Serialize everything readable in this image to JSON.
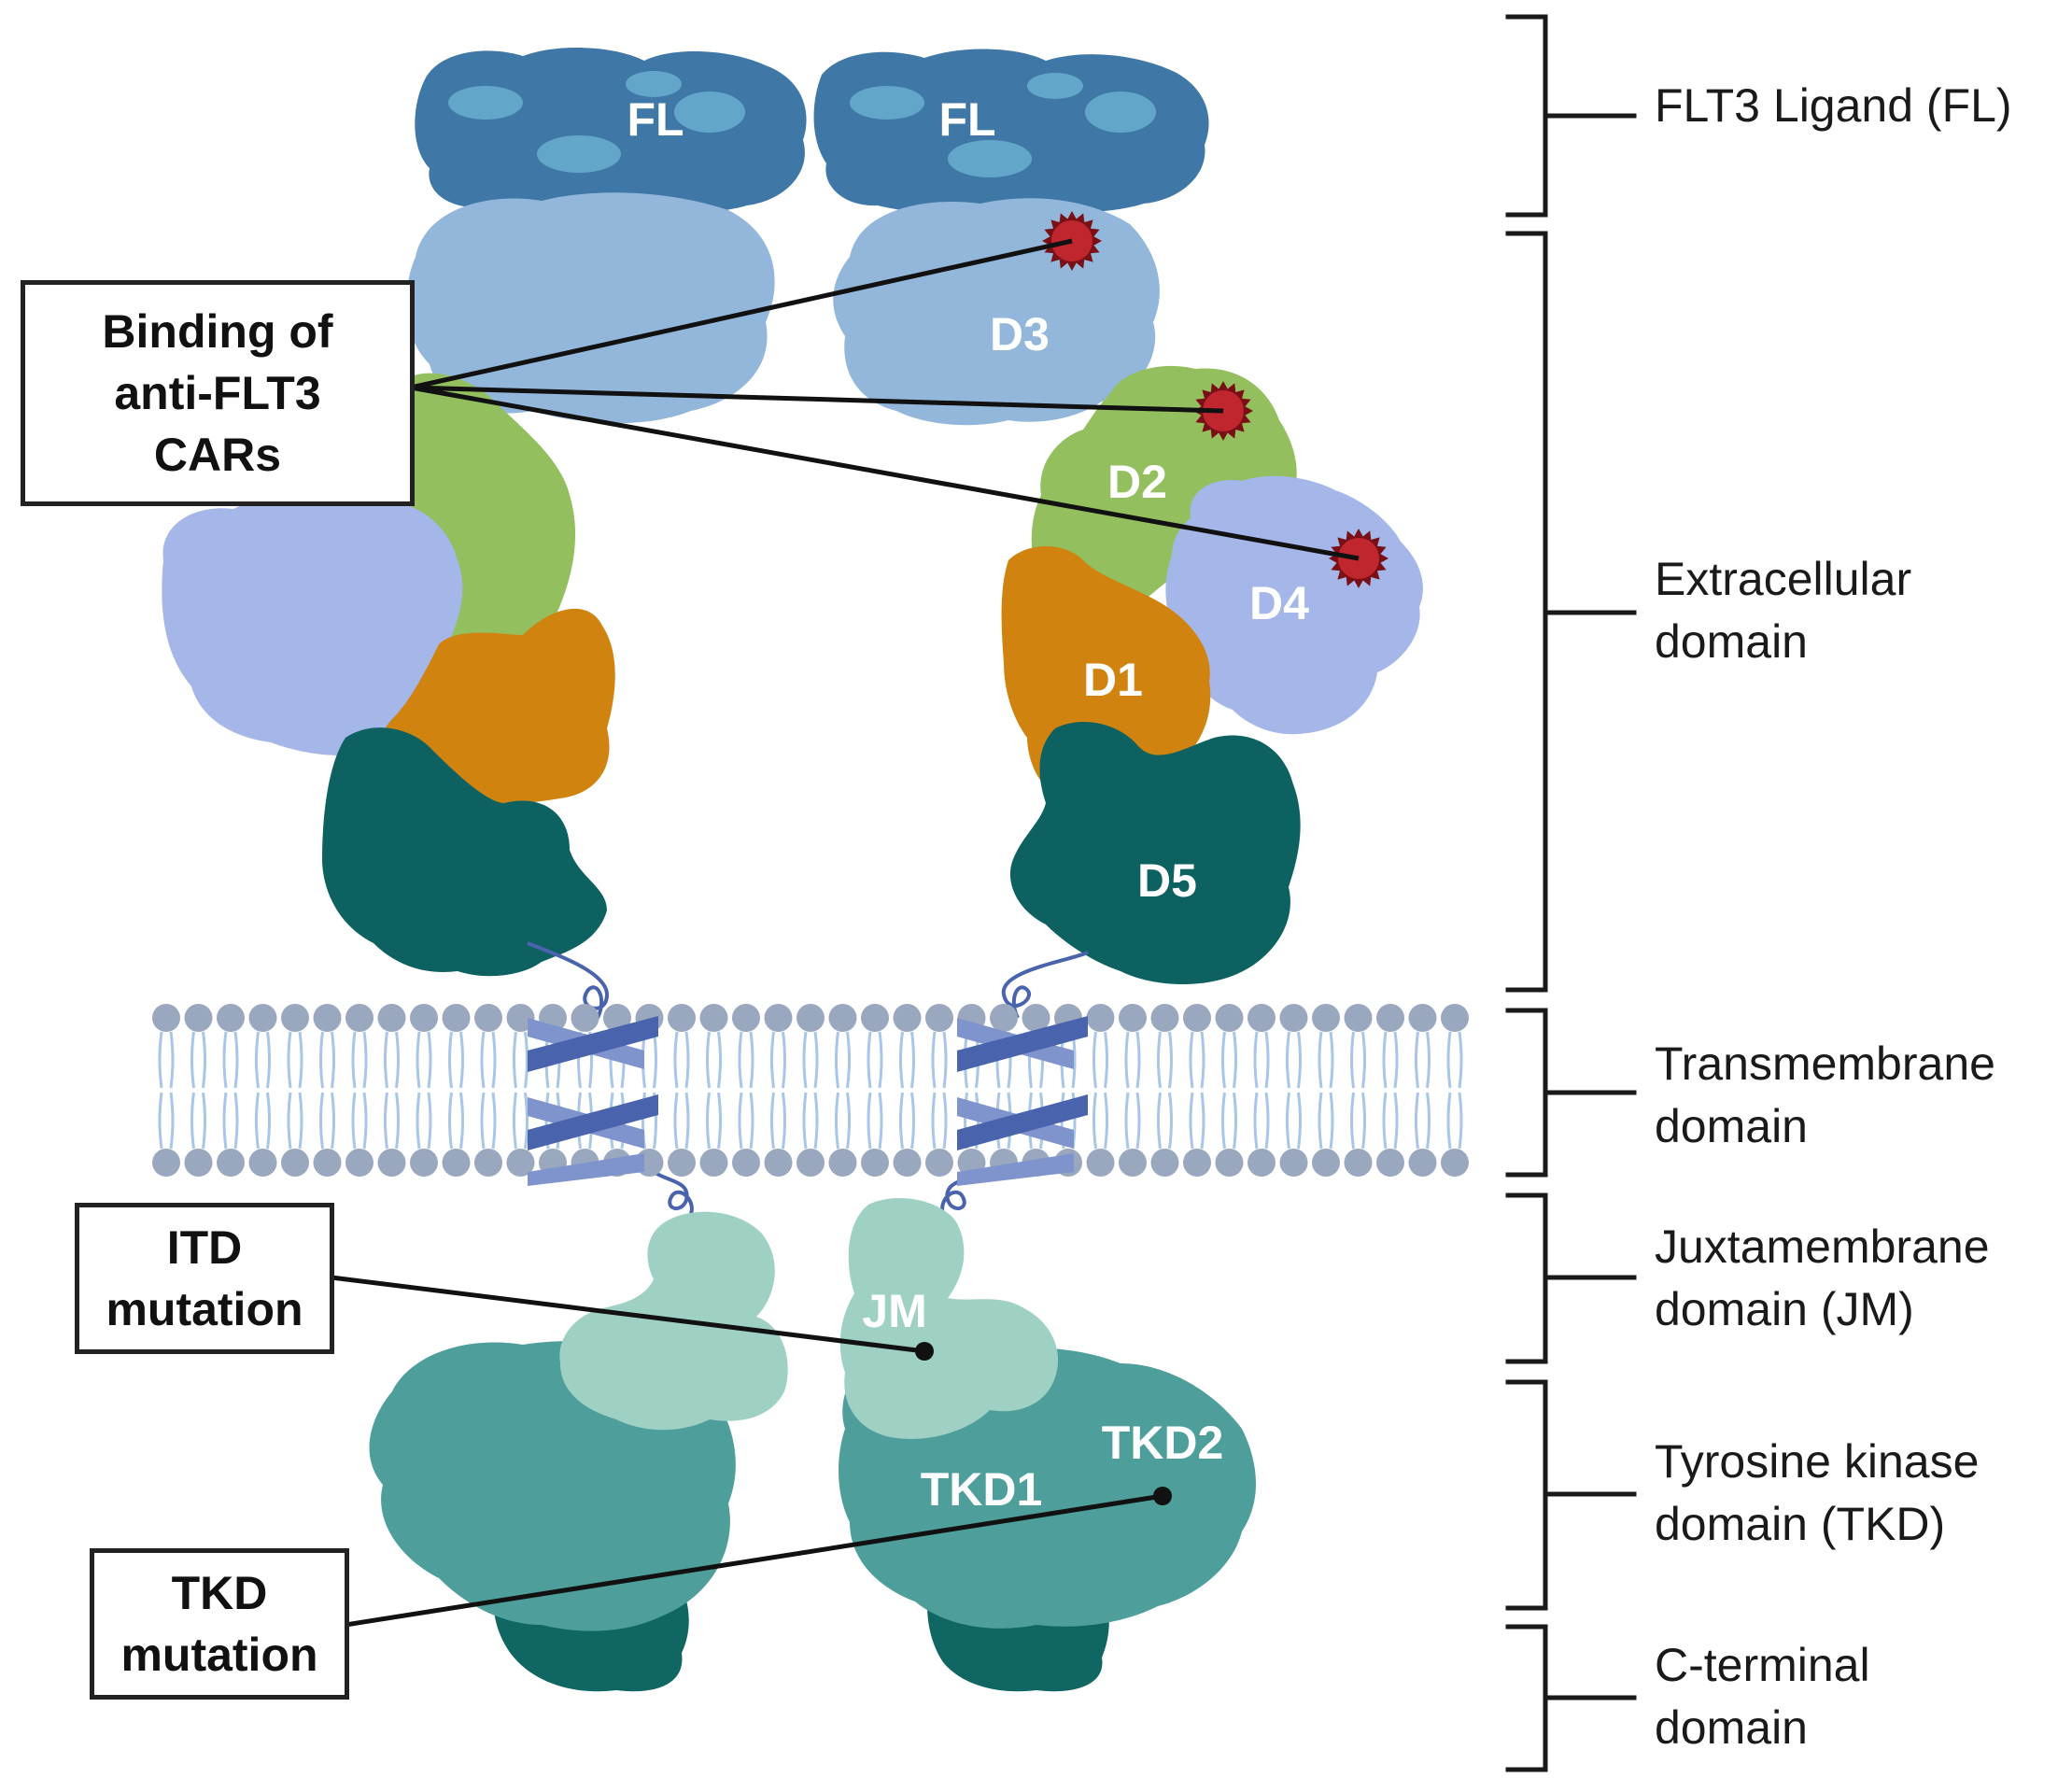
{
  "domains": {
    "ligand": "FLT3 Ligand (FL)",
    "extracellular": [
      "Extracellular",
      "domain"
    ],
    "transmembrane": [
      "Transmembrane",
      "domain"
    ],
    "juxtamembrane": [
      "Juxtamembrane",
      "domain (JM)"
    ],
    "tyrosine_kinase": [
      "Tyrosine kinase",
      "domain (TKD)"
    ],
    "c_terminal": [
      "C-terminal",
      "domain"
    ]
  },
  "protein_labels": {
    "fl_left": "FL",
    "fl_right": "FL",
    "d3": "D3",
    "d2": "D2",
    "d4": "D4",
    "d1": "D1",
    "d5": "D5",
    "jm": "JM",
    "tkd1": "TKD1",
    "tkd2": "TKD2"
  },
  "callouts": {
    "car_binding": [
      "Binding of",
      "anti-FLT3",
      "CARs"
    ],
    "itd": [
      "ITD",
      "mutation"
    ],
    "tkd": [
      "TKD",
      "mutation"
    ]
  },
  "colors": {
    "ligand": "#3f77a6",
    "d3": "#92b7da",
    "d2": "#93bf5e",
    "d4": "#a5b6e8",
    "d1": "#d0840f",
    "d5": "#0e6161",
    "jm": "#9fd0c4",
    "tkd": "#4e9e9c",
    "c_terminal": "#0f6663",
    "membrane_head": "#9aa8bf",
    "helix": "#4a63ad",
    "binding_site": "#c0262d"
  }
}
